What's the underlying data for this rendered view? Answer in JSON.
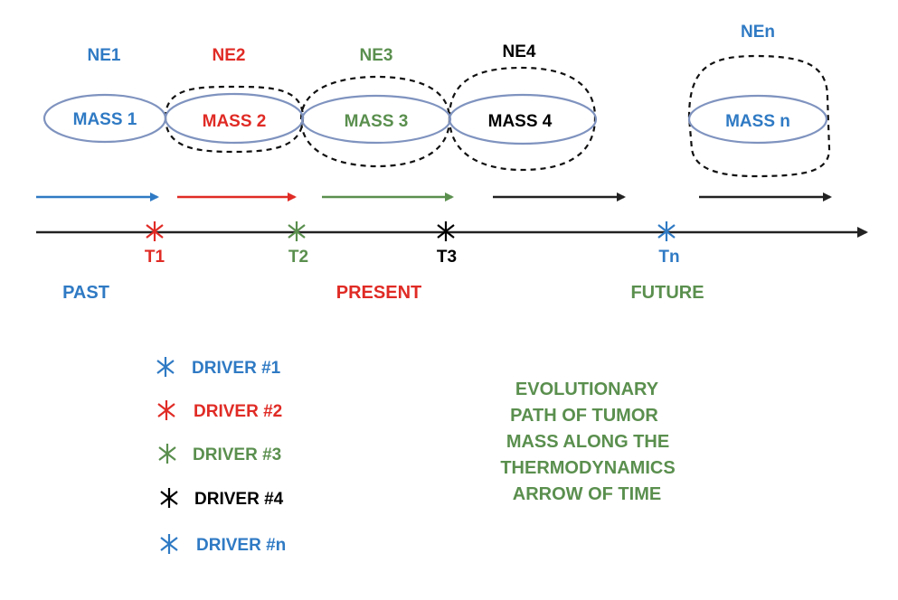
{
  "colors": {
    "blue": "#2f7ac4",
    "red": "#e02b25",
    "green": "#5a8f4e",
    "black": "#000000",
    "ellipse_stroke": "#7f93bf",
    "dashed_stroke": "#111111",
    "axis": "#222222"
  },
  "masses": [
    {
      "ne_label": "NE1",
      "mass_label": "MASS 1",
      "color": "blue",
      "dashed_envelope": false
    },
    {
      "ne_label": "NE2",
      "mass_label": "MASS 2",
      "color": "red",
      "dashed_envelope": true
    },
    {
      "ne_label": "NE3",
      "mass_label": "MASS 3",
      "color": "green",
      "dashed_envelope": true
    },
    {
      "ne_label": "NE4",
      "mass_label": "MASS 4",
      "color": "black",
      "dashed_envelope": true
    },
    {
      "ne_label": "NEn",
      "mass_label": "MASS n",
      "color": "blue",
      "dashed_envelope": true
    }
  ],
  "progress_arrows": [
    {
      "color": "blue"
    },
    {
      "color": "red"
    },
    {
      "color": "green"
    },
    {
      "color": "black"
    },
    {
      "color": "black"
    }
  ],
  "timeline": {
    "time_points": [
      {
        "label": "T1",
        "color": "red"
      },
      {
        "label": "T2",
        "color": "green"
      },
      {
        "label": "T3",
        "color": "black"
      },
      {
        "label": "Tn",
        "color": "blue"
      }
    ],
    "eras": [
      {
        "label": "PAST",
        "color": "blue"
      },
      {
        "label": "PRESENT",
        "color": "red"
      },
      {
        "label": "FUTURE",
        "color": "green"
      }
    ]
  },
  "legend": {
    "items": [
      {
        "label": "DRIVER #1",
        "color": "blue"
      },
      {
        "label": "DRIVER #2",
        "color": "red"
      },
      {
        "label": "DRIVER #3",
        "color": "green"
      },
      {
        "label": "DRIVER #4",
        "color": "black"
      },
      {
        "label": "DRIVER #n",
        "color": "blue"
      }
    ]
  },
  "caption": {
    "lines": [
      "EVOLUTIONARY",
      "PATH OF TUMOR",
      "MASS ALONG THE",
      "THERMODYNAMICS",
      "ARROW OF TIME"
    ],
    "color": "green"
  }
}
